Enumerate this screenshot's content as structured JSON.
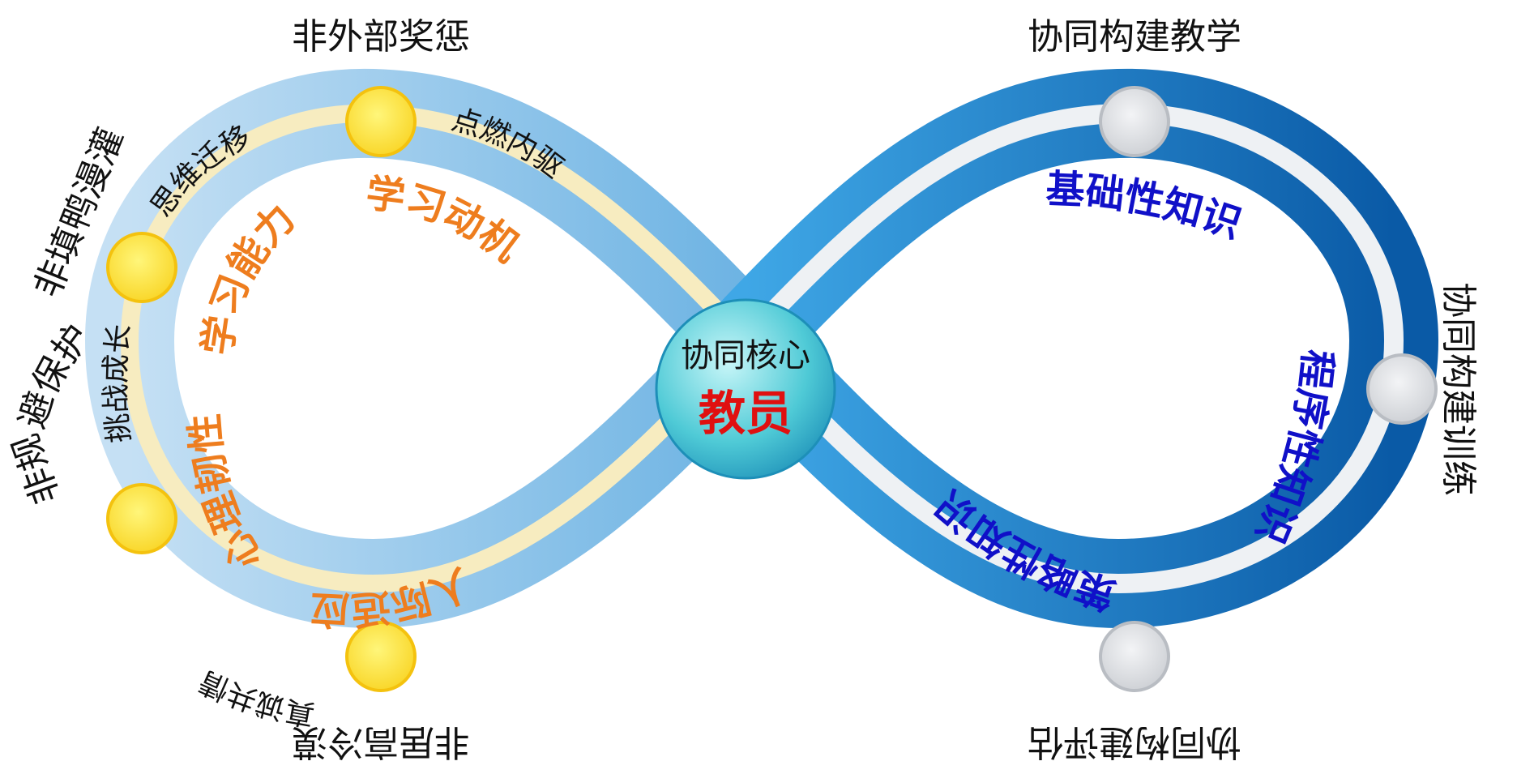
{
  "left_loop": {
    "outer_labels": {
      "top": "非外部奖惩",
      "upper_left": "非填鸭漫灌",
      "lower_left": "非规避保护",
      "bottom": "非居高冷漠"
    },
    "track_labels": {
      "top_left": "思维迁移",
      "top_right": "点燃内驱",
      "left": "挑战成长",
      "bottom": "真诚共情"
    },
    "inner_labels": {
      "ability": "学习能力",
      "motivation": "学习动机",
      "resilience": "心理韧性",
      "adaptation": "人际适应"
    }
  },
  "right_loop": {
    "outer_labels": {
      "top": "协同构建教学",
      "right": "协同构建训练",
      "bottom": "协同构建评估"
    },
    "inner_labels": {
      "basic": "基础性知识",
      "procedural": "程序性知识",
      "strategic": "策略性知识"
    }
  },
  "core": {
    "subtitle": "协同核心",
    "title": "教员"
  },
  "colors": {
    "left_band": "#b4d6ef",
    "left_track": "#f7ecc0",
    "right_band": "#1a7dc8",
    "right_track": "#eef1f4",
    "yellow_node": "#fde33a",
    "grey_node": "#e3e5e8",
    "orange_text": "#ee7d1e",
    "blue_text": "#1010c8",
    "core_red": "#e01010"
  }
}
